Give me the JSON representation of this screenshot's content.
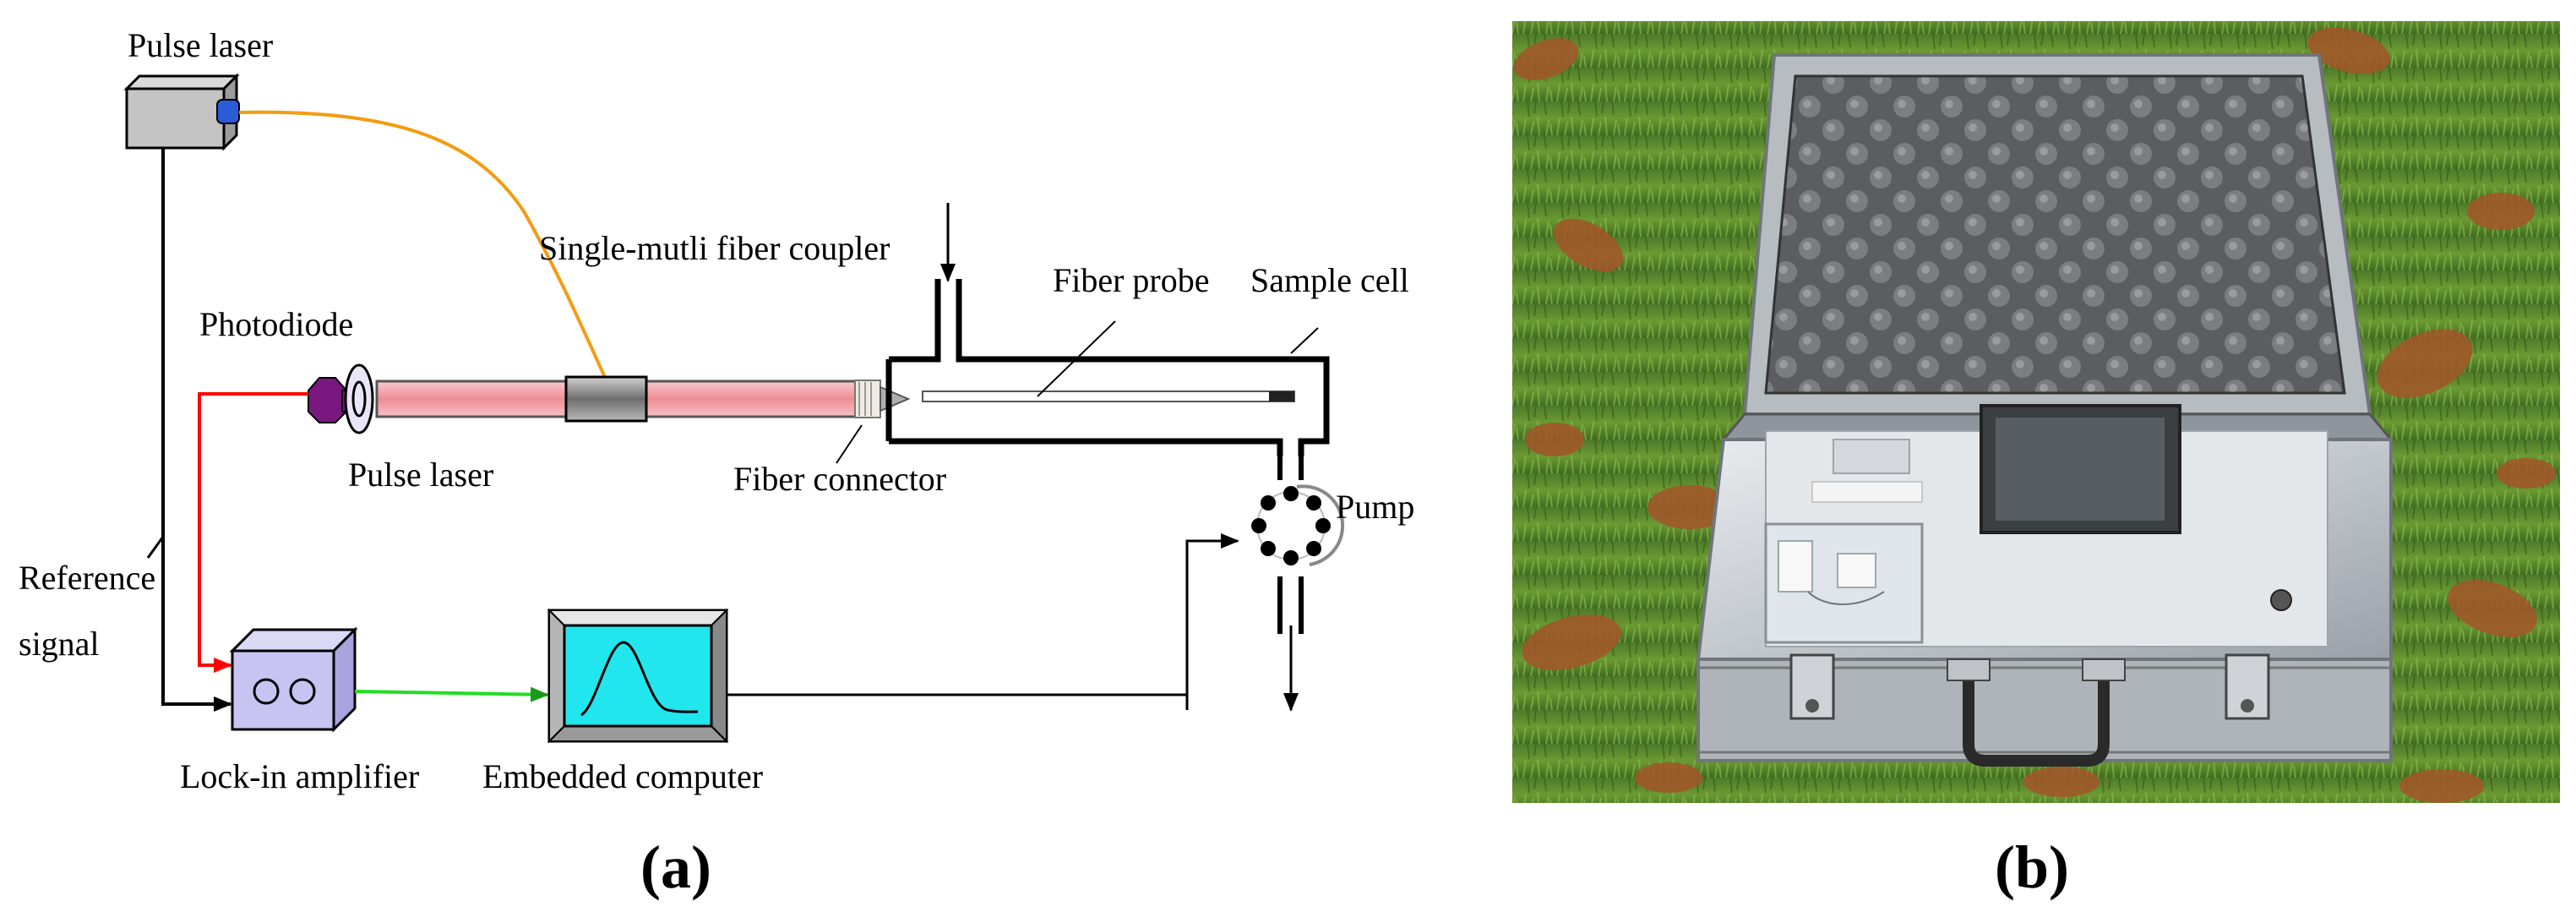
{
  "panel_a": {
    "labels": {
      "pulse_laser_top": "Pulse laser",
      "coupler": "Single-mutli fiber coupler",
      "photodiode": "Photodiode",
      "pulse_laser_bottom": "Pulse laser",
      "fiber_connector": "Fiber connector",
      "fiber_probe": "Fiber probe",
      "sample_cell": "Sample cell",
      "pump": "Pump",
      "reference_line1": "Reference",
      "reference_line2": "signal",
      "lockin": "Lock-in amplifier",
      "computer": "Embedded computer"
    },
    "caption": "(a)"
  },
  "panel_b": {
    "caption": "(b)",
    "photo": {
      "lid_foam": "gray egg-crate foam",
      "case": "aluminum carrying case",
      "background": "green grass with fallen leaves"
    }
  },
  "colors": {
    "fiber_orange": "#f39c12",
    "fiber_pink": "#f2a3a8",
    "signal_red": "#ff0000",
    "signal_green": "#22dd22",
    "screen_cyan": "#22e6ee",
    "lockin_fill": "#c8c4f2",
    "photodiode_purple": "#7a1880",
    "laser_blue": "#2a5cd8"
  }
}
